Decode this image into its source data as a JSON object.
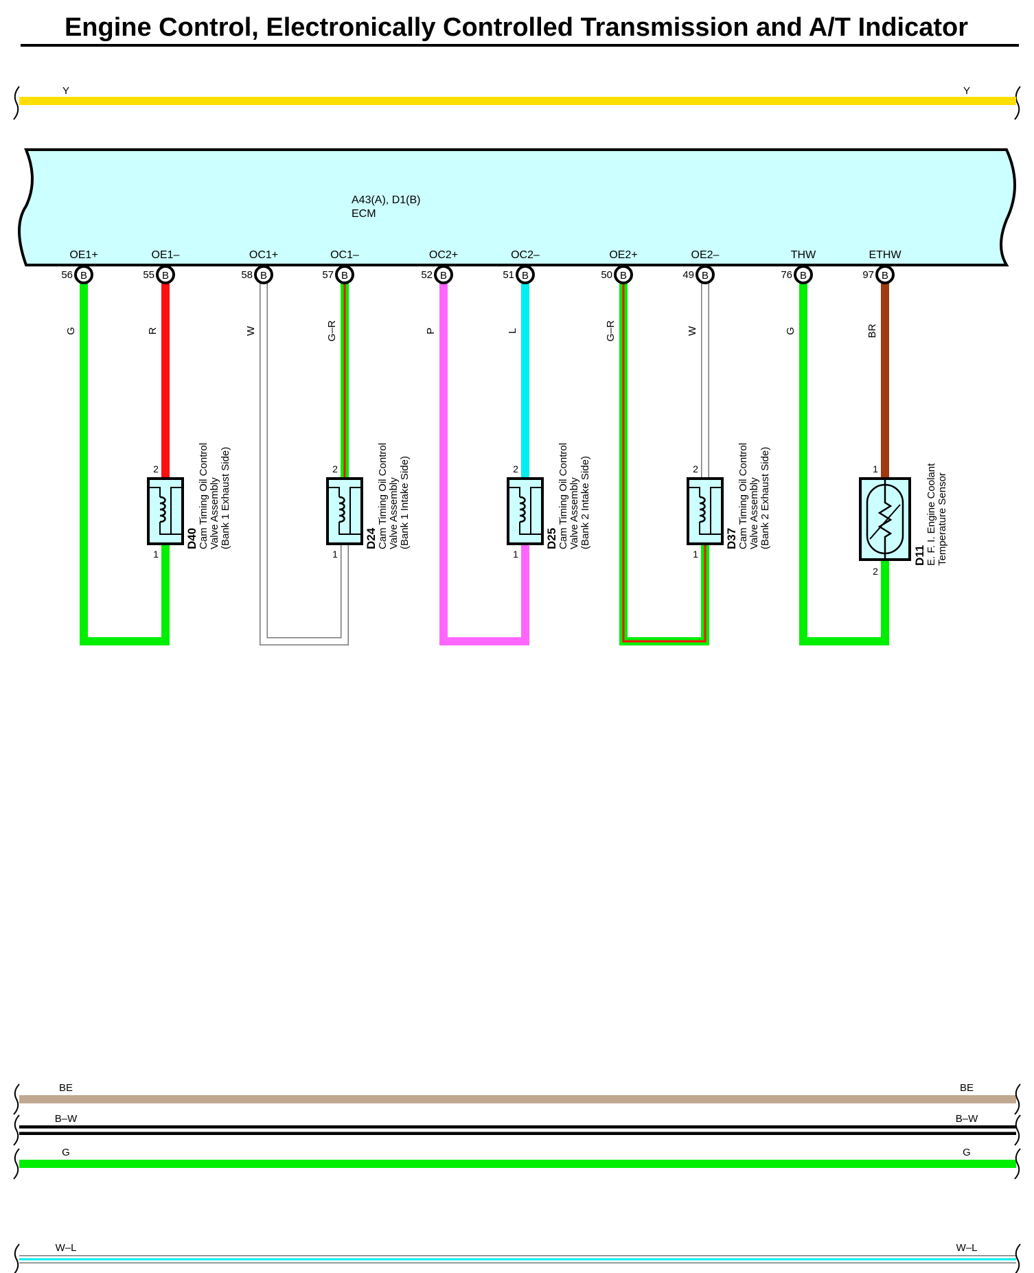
{
  "title": "Engine Control, Electronically Controlled Transmission and A/T Indicator",
  "colors": {
    "ecm_fill": "#ccffff",
    "comp_fill": "#ccffff",
    "Y": "#ffdf00",
    "G": "#00ee00",
    "R": "#ff1010",
    "W": "#ffffff",
    "P": "#ff66ff",
    "L": "#00eeee",
    "BR": "#a03a10",
    "BE": "#c0a890",
    "B": "#000000",
    "wire_outline": "#777777"
  },
  "top_bus": {
    "left_label": "Y",
    "right_label": "Y",
    "color_code": "Y"
  },
  "ecm": {
    "connector_ref": "A43(A), D1(B)",
    "name": "ECM",
    "pins": [
      {
        "id": "oe1p",
        "signal": "OE1+",
        "number": "56",
        "connector": "B",
        "wire": "G"
      },
      {
        "id": "oe1m",
        "signal": "OE1–",
        "number": "55",
        "connector": "B",
        "wire": "R"
      },
      {
        "id": "oc1p",
        "signal": "OC1+",
        "number": "58",
        "connector": "B",
        "wire": "W"
      },
      {
        "id": "oc1m",
        "signal": "OC1–",
        "number": "57",
        "connector": "B",
        "wire": "G–R"
      },
      {
        "id": "oc2p",
        "signal": "OC2+",
        "number": "52",
        "connector": "B",
        "wire": "P"
      },
      {
        "id": "oc2m",
        "signal": "OC2–",
        "number": "51",
        "connector": "B",
        "wire": "L"
      },
      {
        "id": "oe2p",
        "signal": "OE2+",
        "number": "50",
        "connector": "B",
        "wire": "G–R"
      },
      {
        "id": "oe2m",
        "signal": "OE2–",
        "number": "49",
        "connector": "B",
        "wire": "W"
      },
      {
        "id": "thw",
        "signal": "THW",
        "number": "76",
        "connector": "B",
        "wire": "G"
      },
      {
        "id": "ethw",
        "signal": "ETHW",
        "number": "97",
        "connector": "B",
        "wire": "BR"
      }
    ]
  },
  "components": [
    {
      "id": "d40",
      "code": "D40",
      "desc1": "Cam Timing Oil Control",
      "desc2": "Valve Assembly",
      "desc3": "(Bank 1 Exhaust Side)",
      "pin_top": "2",
      "pin_bottom": "1",
      "return_wire": "G",
      "kind": "coil"
    },
    {
      "id": "d24",
      "code": "D24",
      "desc1": "Cam Timing Oil Control",
      "desc2": "Valve Assembly",
      "desc3": "(Bank 1 Intake Side)",
      "pin_top": "2",
      "pin_bottom": "1",
      "return_wire": "W",
      "kind": "coil"
    },
    {
      "id": "d25",
      "code": "D25",
      "desc1": "Cam Timing Oil Control",
      "desc2": "Valve Assembly",
      "desc3": "(Bank 2 Intake Side)",
      "pin_top": "2",
      "pin_bottom": "1",
      "return_wire": "P",
      "kind": "coil"
    },
    {
      "id": "d37",
      "code": "D37",
      "desc1": "Cam Timing Oil Control",
      "desc2": "Valve Assembly",
      "desc3": "(Bank 2 Exhaust Side)",
      "pin_top": "2",
      "pin_bottom": "1",
      "return_wire": "G–R",
      "kind": "coil"
    },
    {
      "id": "d11",
      "code": "D11",
      "desc1": "E. F. I.  Engine Coolant",
      "desc2": "Temperature Sensor",
      "desc3": "",
      "pin_top": "1",
      "pin_bottom": "2",
      "return_wire": "G",
      "kind": "thermistor"
    }
  ],
  "bottom_buses": [
    {
      "id": "be",
      "left_label": "BE",
      "right_label": "BE",
      "color_code": "BE"
    },
    {
      "id": "bw",
      "left_label": "B–W",
      "right_label": "B–W",
      "color_code": "B–W"
    },
    {
      "id": "g",
      "left_label": "G",
      "right_label": "G",
      "color_code": "G"
    },
    {
      "id": "wl",
      "left_label": "W–L",
      "right_label": "W–L",
      "color_code": "W–L"
    }
  ]
}
